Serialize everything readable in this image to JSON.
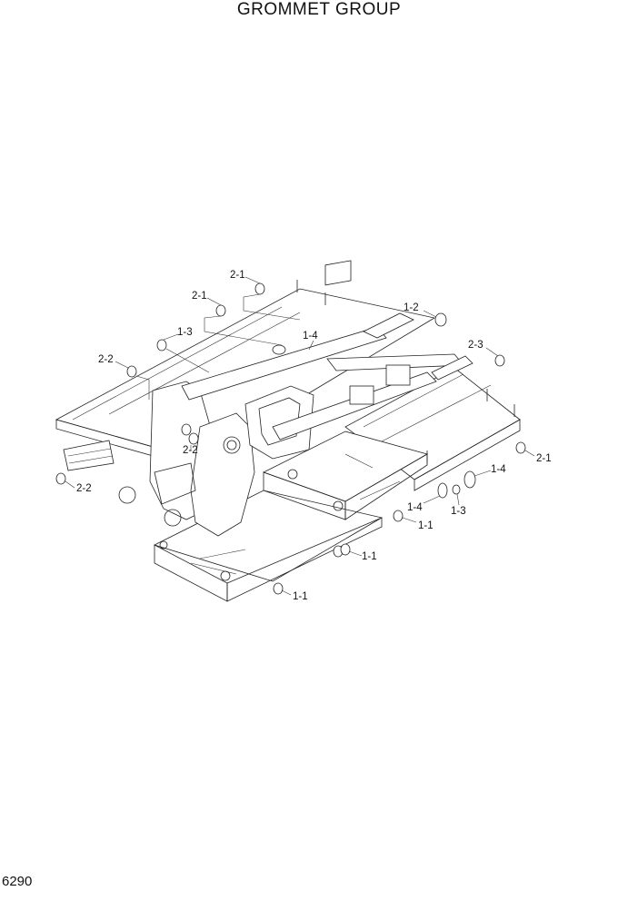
{
  "title": "GROMMET GROUP",
  "page_number": "6290",
  "callouts": [
    {
      "id": "c1",
      "text": "2-1"
    },
    {
      "id": "c2",
      "text": "2-1"
    },
    {
      "id": "c3",
      "text": "1-3"
    },
    {
      "id": "c4",
      "text": "2-2"
    },
    {
      "id": "c5",
      "text": "1-4"
    },
    {
      "id": "c6",
      "text": "1-2"
    },
    {
      "id": "c7",
      "text": "2-3"
    },
    {
      "id": "c8",
      "text": "2-2"
    },
    {
      "id": "c9",
      "text": "2-2"
    },
    {
      "id": "c10",
      "text": "2-1"
    },
    {
      "id": "c11",
      "text": "1-4"
    },
    {
      "id": "c12",
      "text": "1-4"
    },
    {
      "id": "c13",
      "text": "1-3"
    },
    {
      "id": "c14",
      "text": "1-1"
    },
    {
      "id": "c15",
      "text": "1-1"
    },
    {
      "id": "c16",
      "text": "1-1"
    }
  ]
}
